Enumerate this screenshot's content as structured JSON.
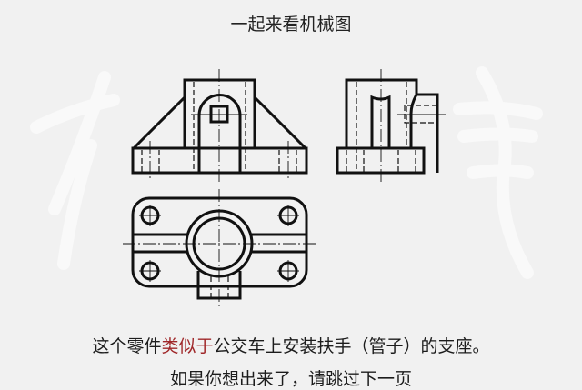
{
  "title": "一起来看机械图",
  "caption": {
    "line1": {
      "before": "这个零件",
      "highlight": "类似于",
      "after": "公交车上安装扶手（管子）的支座。"
    },
    "line2": "如果你想出来了，请跳过下一页"
  },
  "colors": {
    "background": "#f1f1f1",
    "line": "#111111",
    "highlight": "#a0282a",
    "watermark": "#fafafa"
  },
  "drawing": {
    "views": [
      {
        "name": "front-view",
        "label": ""
      },
      {
        "name": "side-view",
        "label": ""
      },
      {
        "name": "top-view",
        "label": ""
      }
    ]
  }
}
